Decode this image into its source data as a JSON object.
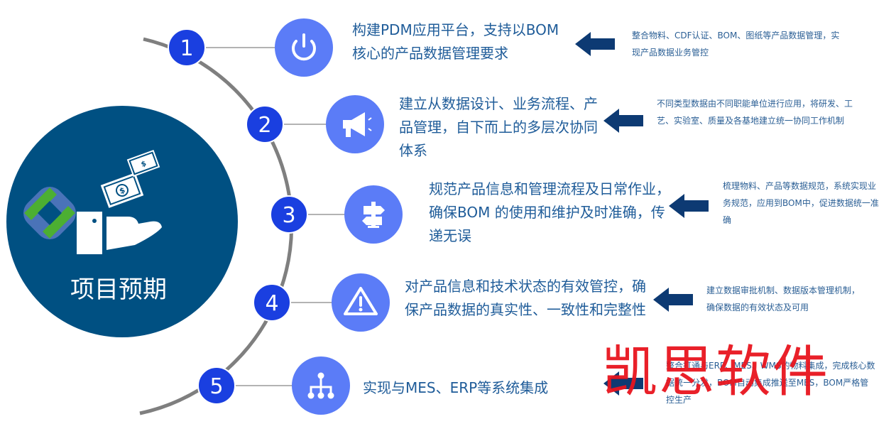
{
  "center": {
    "title": "项目预期",
    "bg_color": "#005082"
  },
  "colors": {
    "number_badge": "#1a3fe0",
    "icon_circle": "#5b7cf7",
    "arrow": "#0d3a73",
    "arc": "#7f7f7f",
    "main_text": "#1f5c99",
    "note_text": "#2b5f95",
    "watermark": "#e8151e"
  },
  "items": [
    {
      "number": "1",
      "icon": "power-icon",
      "text": "构建PDM应用平台，支持以BOM核心的产品数据管理要求",
      "note": "整合物料、CDF认证、BOM、图纸等产品数据管理，实现产品数据业务管控"
    },
    {
      "number": "2",
      "icon": "megaphone-icon",
      "text": "建立从数据设计、业务流程、产品管理，自下而上的多层次协同体系",
      "note": "不同类型数据由不同职能单位进行应用，将研发、工艺、实验室、质量及各基地建立统一协同工作机制"
    },
    {
      "number": "3",
      "icon": "signpost-icon",
      "text": "规范产品信息和管理流程及日常作业，确保BOM 的使用和维护及时准确，传递无误",
      "note": "梳理物料、产品等数据规范，系统实现业务规范，应用到BOM中，促进数据统一准确"
    },
    {
      "number": "4",
      "icon": "warning-icon",
      "text": "对产品信息和技术状态的有效管控，确保产品数据的真实性、一致性和完整性",
      "note": "建立数据审批机制、数据版本管理机制，确保数据的有效状态及可用"
    },
    {
      "number": "5",
      "icon": "hierarchy-icon",
      "text": "实现与MES、ERP等系统集成",
      "note": "整合打通与ERP、MES、WMS的物料集成，完成核心数据统一分发，BOM自动集成推送至MES，BOM严格管控生产"
    }
  ],
  "watermark": "凯思软件"
}
